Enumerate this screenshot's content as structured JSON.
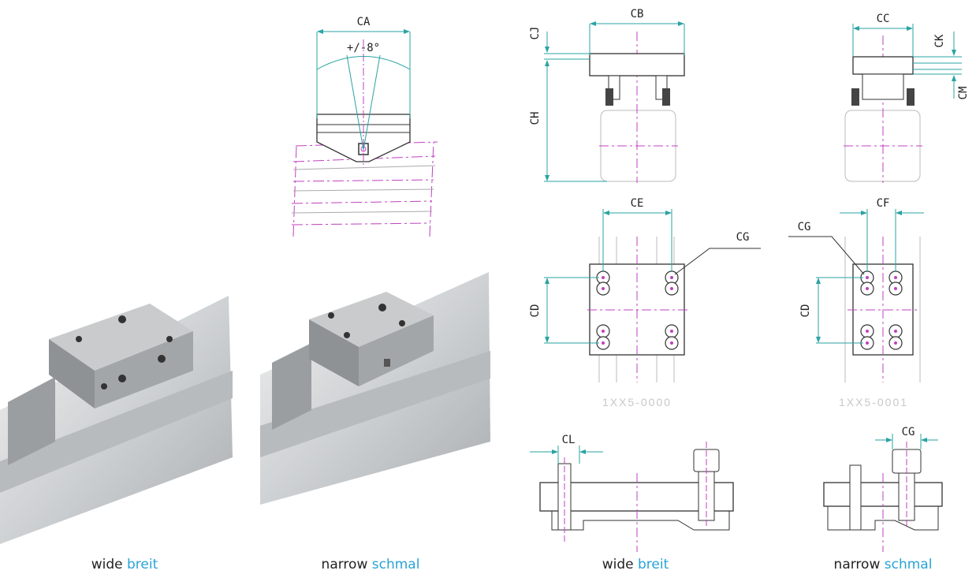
{
  "labels": {
    "CA": "CA",
    "CB": "CB",
    "CC": "CC",
    "CD": "CD",
    "CE": "CE",
    "CF": "CF",
    "CG": "CG",
    "CH": "CH",
    "CJ": "CJ",
    "CK": "CK",
    "CL": "CL",
    "CM": "CM",
    "angle": "+/-8°"
  },
  "part_numbers": {
    "wide": "1XX5-0000",
    "narrow": "1XX5-0001"
  },
  "captions": [
    {
      "en": "wide",
      "de": "breit"
    },
    {
      "en": "narrow",
      "de": "schmal"
    },
    {
      "en": "wide",
      "de": "breit"
    },
    {
      "en": "narrow",
      "de": "schmal"
    }
  ],
  "colors": {
    "dimension": "#2aa3a3",
    "centerline": "#c040c0",
    "outline": "#333333",
    "caption_accent": "#29a3d6"
  }
}
